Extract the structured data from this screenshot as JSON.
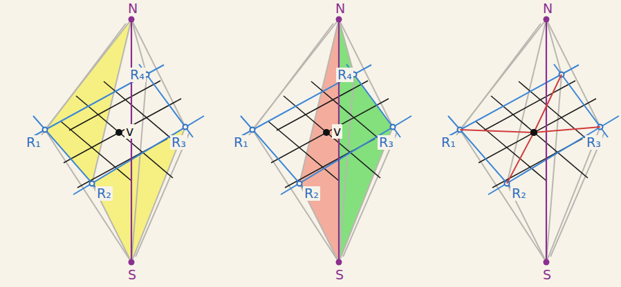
{
  "diagram": {
    "labels": [
      "N",
      "R₄",
      "R₁",
      "v",
      "R₃",
      "R₂",
      "S",
      "N",
      "R₄",
      "R₁",
      "v",
      "R₃",
      "R₂",
      "S",
      "N",
      "R₁",
      "R₃",
      "R₂",
      "S"
    ]
  }
}
